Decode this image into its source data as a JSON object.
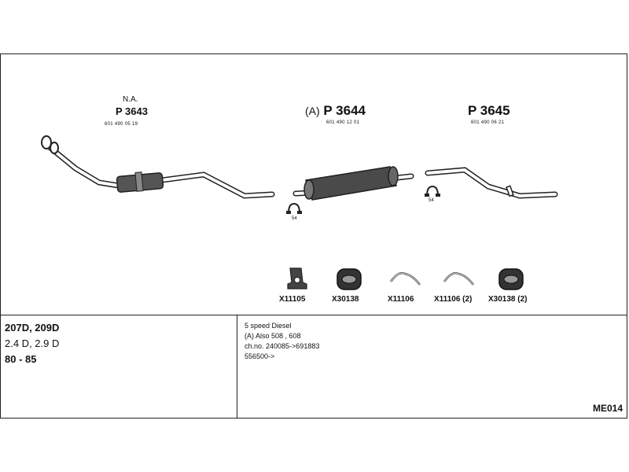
{
  "parts": {
    "p3643": {
      "prefix": "N.A.",
      "number": "P 3643",
      "oem": "601 490 05 19"
    },
    "p3644": {
      "prefix": "(A)",
      "number": "P 3644",
      "oem": "601 490 12 01"
    },
    "p3645": {
      "number": "P 3645",
      "oem": "601 490 06 21"
    }
  },
  "clamps": {
    "label_left": "54",
    "label_right": "54"
  },
  "accessories": [
    {
      "code": "X11105"
    },
    {
      "code": "X30138"
    },
    {
      "code": "X11106"
    },
    {
      "code": "X11106 (2)"
    },
    {
      "code": "X30138 (2)"
    }
  ],
  "vehicle": {
    "models": "207D, 209D",
    "engine": "2.4 D, 2.9 D",
    "years": "80 - 85"
  },
  "notes": {
    "line1": "5 speed Diesel",
    "line2": "(A) Also 508 , 608",
    "line3": "ch.no. 240085->691883",
    "line4": "556500->"
  },
  "sheet_code": "ME014",
  "colors": {
    "line": "#222222",
    "pipe_fill": "#ffffff",
    "body_fill": "#4a4a4a"
  }
}
